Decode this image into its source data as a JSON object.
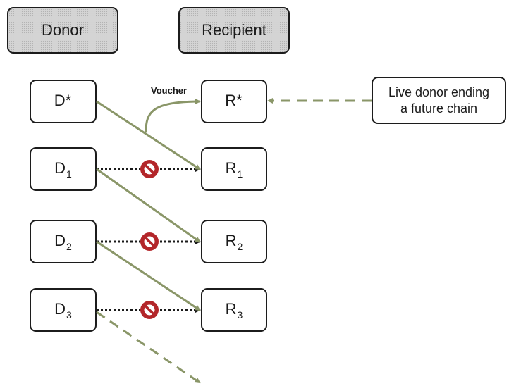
{
  "headers": {
    "donor": "Donor",
    "recipient": "Recipient"
  },
  "donors": [
    {
      "main": "D*",
      "sub": ""
    },
    {
      "main": "D",
      "sub": "1"
    },
    {
      "main": "D",
      "sub": "2"
    },
    {
      "main": "D",
      "sub": "3"
    }
  ],
  "recipients": [
    {
      "main": "R*",
      "sub": ""
    },
    {
      "main": "R",
      "sub": "1"
    },
    {
      "main": "R",
      "sub": "2"
    },
    {
      "main": "R",
      "sub": "3"
    }
  ],
  "voucher_label": "Voucher",
  "future_chain_note": {
    "line1": "Live donor ending",
    "line2": "a future chain"
  },
  "colors": {
    "arrow_green": "#8a9668",
    "dotted_black": "#1a1a1a",
    "no_sign_red": "#b3262a",
    "header_fill": "#d4d4d4"
  },
  "icons": {
    "blocked": "prohibited-icon"
  }
}
